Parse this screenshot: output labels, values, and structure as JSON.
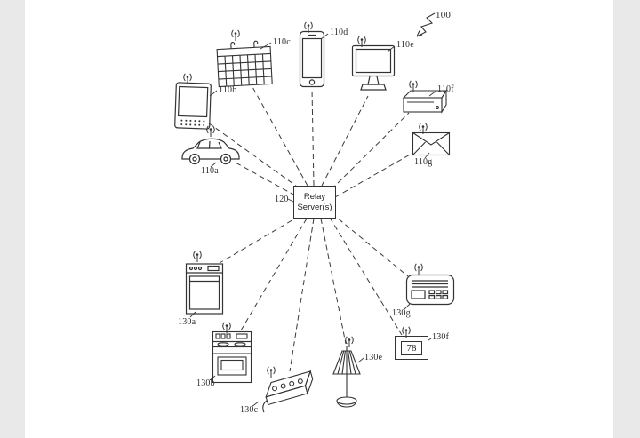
{
  "figure": {
    "ref_label": "100",
    "center": {
      "label": "Relay Server(s)",
      "ref": "120"
    },
    "devices": [
      {
        "name": "car",
        "ref": "110a"
      },
      {
        "name": "tablet",
        "ref": "110b"
      },
      {
        "name": "wall-calendar",
        "ref": "110c"
      },
      {
        "name": "smartphone",
        "ref": "110d"
      },
      {
        "name": "desktop-monitor",
        "ref": "110e"
      },
      {
        "name": "set-top-box",
        "ref": "110f"
      },
      {
        "name": "envelope",
        "ref": "110g"
      },
      {
        "name": "dishwasher",
        "ref": "130a"
      },
      {
        "name": "stove",
        "ref": "130b"
      },
      {
        "name": "power-strip",
        "ref": "130c"
      },
      {
        "name": "table-lamp",
        "ref": "130e"
      },
      {
        "name": "thermostat",
        "ref": "130f",
        "display": "78"
      },
      {
        "name": "radio",
        "ref": "130g"
      }
    ]
  }
}
